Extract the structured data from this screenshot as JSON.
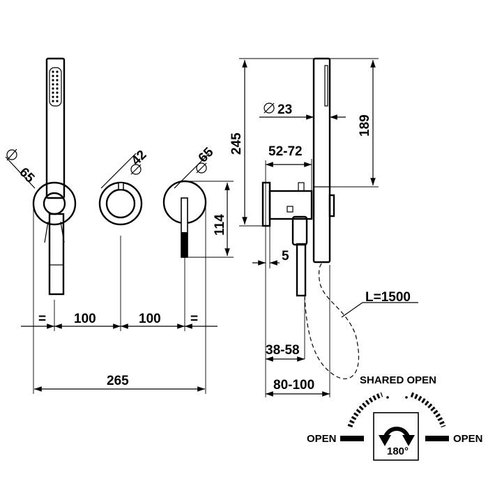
{
  "front_view": {
    "diam_left": "65",
    "diam_center": "42",
    "diam_right": "65",
    "height_114": "114",
    "eq_left": "=",
    "spacing_1": "100",
    "spacing_2": "100",
    "eq_right": "=",
    "total_width": "265"
  },
  "side_view": {
    "diam_hose_holder": "23",
    "height_total": "245",
    "height_handshower": "189",
    "depth_range_1": "52-72",
    "offset_5": "5",
    "depth_range_2": "38-58",
    "depth_range_3": "80-100",
    "hose_length": "L=1500"
  },
  "operation": {
    "shared_open": "SHARED OPEN",
    "open_left": "OPEN",
    "open_right": "OPEN",
    "rotation": "180°"
  }
}
